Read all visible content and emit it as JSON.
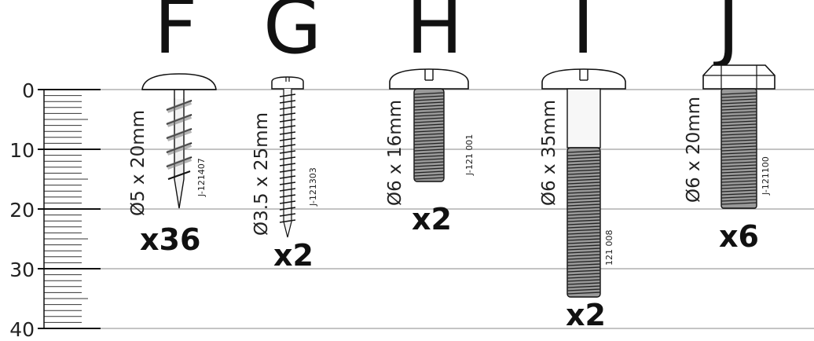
{
  "ruler": {
    "labels": [
      "0",
      "10",
      "20",
      "30",
      "40"
    ]
  },
  "screws": [
    {
      "letter": "F",
      "size": "Ø5 x 20mm",
      "code": "J-121407",
      "qty": "x36"
    },
    {
      "letter": "G",
      "size": "Ø3.5 x 25mm",
      "code": "J-121303",
      "qty": "x2"
    },
    {
      "letter": "H",
      "size": "Ø6 x 16mm",
      "code": "J-121 001",
      "qty": "x2"
    },
    {
      "letter": "I",
      "size": "Ø6 x 35mm",
      "code": "121 008",
      "qty": "x2"
    },
    {
      "letter": "J",
      "size": "Ø6 x 20mm",
      "code": "J-121100",
      "qty": "x6"
    }
  ],
  "colors": {
    "line": "#888888",
    "ink": "#111111",
    "tick": "#333333"
  }
}
